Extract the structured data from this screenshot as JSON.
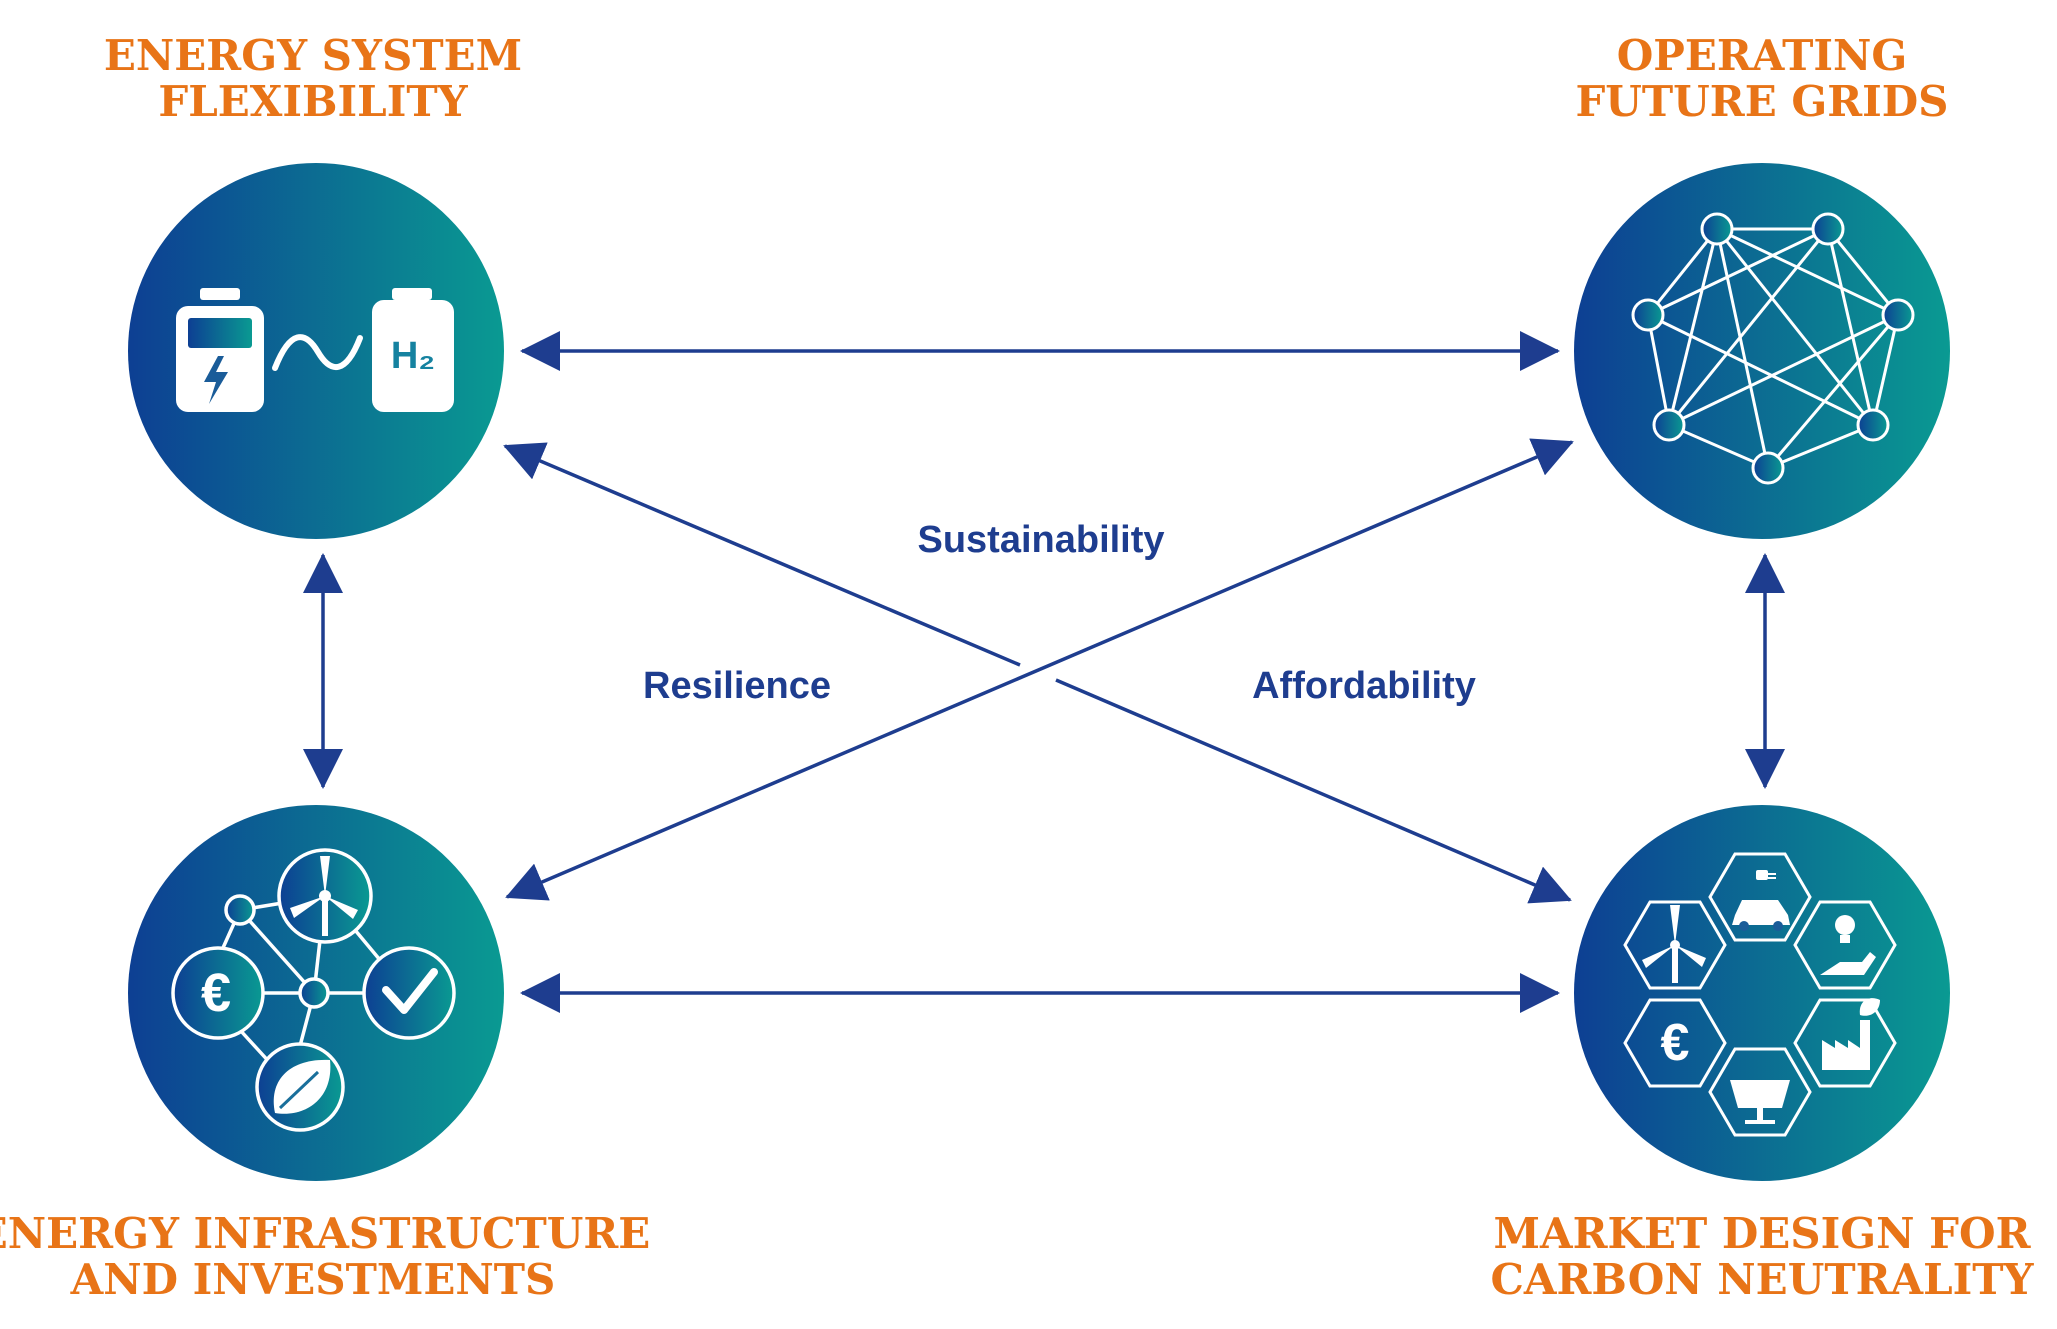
{
  "colors": {
    "title": "#e87417",
    "arrow": "#1e3d8f",
    "label": "#1e3d8f",
    "circle_left": "#0d3f93",
    "circle_right": "#0a9a92",
    "icon": "#ffffff"
  },
  "nodes": {
    "top_left": {
      "title_line1": "ENERGY SYSTEM",
      "title_line2": "FLEXIBILITY",
      "icon": "battery-hydrogen-icon",
      "h2_label": "H₂"
    },
    "top_right": {
      "title_line1": "OPERATING",
      "title_line2": "FUTURE GRIDS",
      "icon": "grid-network-icon"
    },
    "bottom_left": {
      "title_line1": "ENERGY INFRASTRUCTURE",
      "title_line2": "AND INVESTMENTS",
      "icon": "infrastructure-network-icon",
      "euro_symbol": "€"
    },
    "bottom_right": {
      "title_line1": "MARKET DESIGN FOR",
      "title_line2": "CARBON NEUTRALITY",
      "icon": "market-hexagon-icon",
      "euro_symbol": "€"
    }
  },
  "labels": {
    "center": "Sustainability",
    "left": "Resilience",
    "right": "Affordability"
  }
}
